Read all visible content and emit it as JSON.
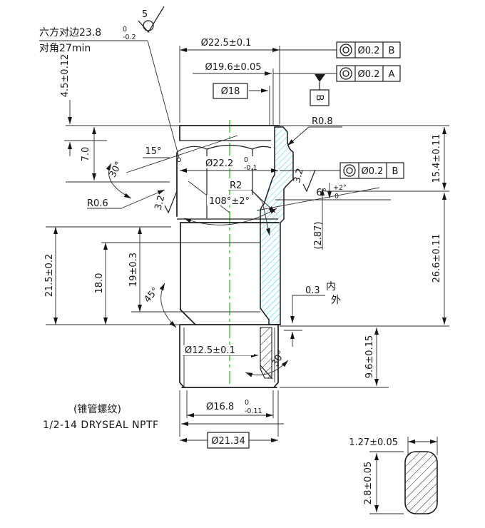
{
  "drawing": {
    "notes": {
      "hex_across_flats": "六方对边23.8",
      "hex_af_sup": "0",
      "hex_af_sub": "-0.2",
      "across_corners": "对角27min",
      "global_roughness": "5",
      "thread_note": "(锥管螺纹)",
      "thread_spec": "1/2-14 DRYSEAL NPTF",
      "offset_value": "0.3",
      "offset_inner": "内",
      "offset_outer": "外"
    },
    "dims": {
      "washer_h": "4.5±0.12",
      "flange_od": "Ø22.5±0.1",
      "pilot_od": "Ø19.6±0.05",
      "bore": "Ø18",
      "flange_r": "R0.8",
      "hex_chamfer15": "15°",
      "hex_chamfer30": "30°",
      "hex_h": "7.0",
      "body_od": "Ø22.2",
      "body_od_sup": "0",
      "body_od_sub": "-0.1",
      "seat_r": "R2",
      "seat_angle": "108°±2°",
      "fillet_r": "R0.6",
      "rough1": "3.2",
      "rough2": "3.2",
      "taper": "6°",
      "taper_sup": "+2°",
      "taper_sub": "0",
      "ref287": "(2.87)",
      "h154": "15.4±0.11",
      "h266": "26.6±0.11",
      "h215": "21.5±0.2",
      "h180": "18.0",
      "h190": "19±0.3",
      "chamfer45": "45°",
      "bore125": "Ø12.5±0.1",
      "chamfer30b": "30°",
      "h96": "9.6±0.15",
      "minor": "Ø16.8",
      "minor_sup": "0",
      "minor_sub": "-0.11",
      "pitch_od": "Ø21.34",
      "groove_w": "1.27±0.05",
      "groove_h": "2.8±0.05"
    },
    "gdt": {
      "fcf1_tol": "Ø0.2",
      "fcf1_datum": "B",
      "fcf2_tol": "Ø0.2",
      "fcf2_datum": "A",
      "fcf3_tol": "Ø0.2",
      "fcf3_datum": "B",
      "datum_flag": "B"
    },
    "colors": {
      "line": "#1b1b1b",
      "centerline": "#3fd83f",
      "hatch": "#4fd5e6"
    }
  }
}
